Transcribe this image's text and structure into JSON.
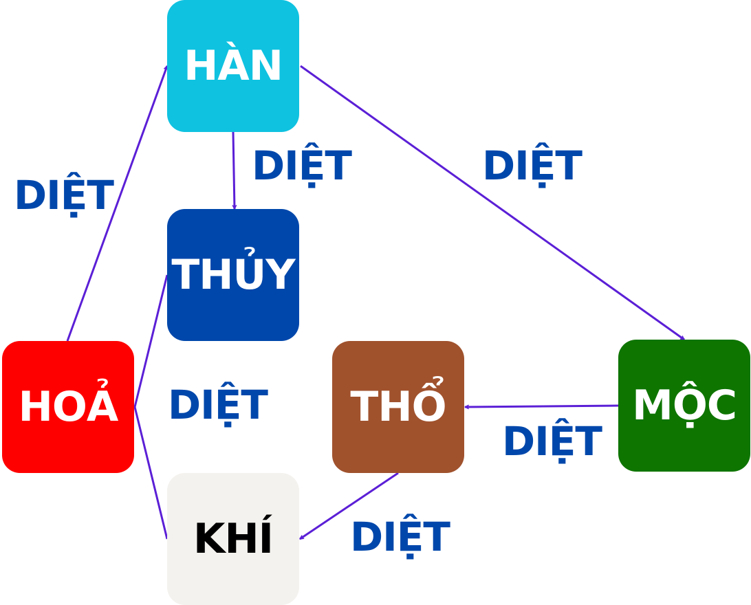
{
  "colors": {
    "arrow": "#5b1fd6",
    "label": "#0047ab"
  },
  "nodes": {
    "han": {
      "label": "HÀN",
      "fill": "#0fc2e0",
      "text": "#ffffff"
    },
    "thuy": {
      "label": "THỦY",
      "fill": "#0047ab",
      "text": "#ffffff"
    },
    "hoa": {
      "label": "HOẢ",
      "fill": "#ff0000",
      "text": "#ffffff"
    },
    "khi": {
      "label": "KHÍ",
      "fill": "#f4f2ee",
      "text": "#000000"
    },
    "tho": {
      "label": "THỔ",
      "fill": "#a0522d",
      "text": "#ffffff"
    },
    "moc": {
      "label": "MỘC",
      "fill": "#0e7500",
      "text": "#ffffff"
    }
  },
  "edge_labels": {
    "hoa_han": "DIỆT",
    "han_thuy": "DIỆT",
    "han_moc": "DIỆT",
    "thuy_khi": "DIỆT",
    "moc_tho": "DIỆT",
    "tho_khi": "DIỆT"
  }
}
